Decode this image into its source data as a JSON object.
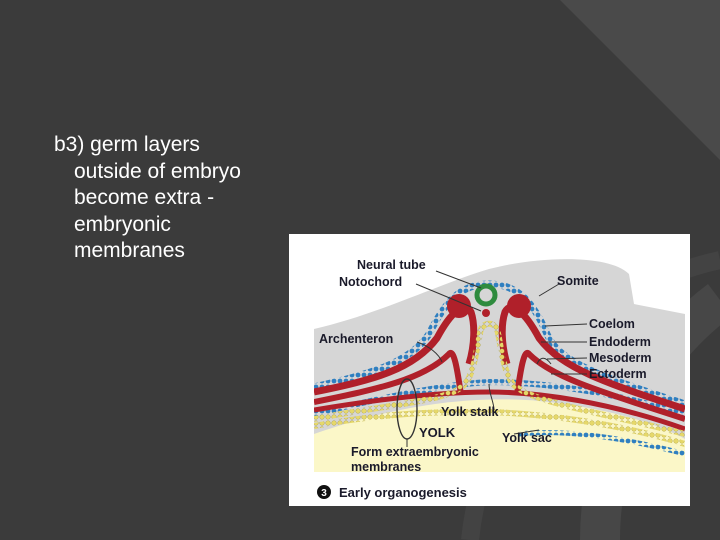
{
  "slide": {
    "bullet_first": "b3) germ layers",
    "bullet_lines": [
      "outside of embryo",
      "become extra -",
      "embryonic",
      "membranes"
    ]
  },
  "figure": {
    "labels": {
      "neural_tube": "Neural tube",
      "notochord": "Notochord",
      "somite": "Somite",
      "archenteron": "Archenteron",
      "coelom": "Coelom",
      "endoderm": "Endoderm",
      "mesoderm": "Mesoderm",
      "ectoderm": "Ectoderm",
      "yolk_stalk": "Yolk stalk",
      "yolk": "YOLK",
      "yolk_sac": "Yolk sac",
      "form_extra_1": "Form extraembryonic",
      "form_extra_2": "membranes"
    },
    "caption_number": "3",
    "caption": "Early organogenesis",
    "colors": {
      "ectoderm": "#2f7fc0",
      "mesoderm": "#b0202a",
      "endoderm": "#e0d060",
      "yolk": "#fbf7c8",
      "embryo_fill": "#d9d9d9"
    }
  }
}
